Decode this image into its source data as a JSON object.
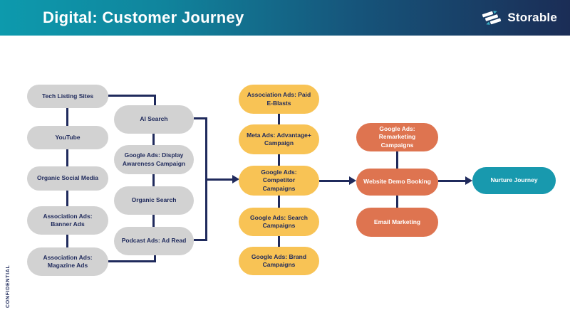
{
  "header": {
    "title": "Digital: Customer Journey",
    "brand_name": "Storable",
    "logo_icon": "storable-s-logo"
  },
  "footer_note": "CONFIDENTIAL",
  "colors": {
    "header_gradient_left": "#0D9AAD",
    "header_gradient_right": "#1B2D56",
    "node_gray": "#D2D2D2",
    "node_yellow": "#F8C355",
    "node_orange": "#DE7450",
    "node_teal": "#1899AE",
    "connector_navy": "#1F2A5C",
    "text_navy": "#1F2A5C",
    "text_white": "#FFFFFF",
    "logo_accent_teal": "#3AB0C4"
  },
  "diagram": {
    "awareness_col1": [
      "Tech Listing Sites",
      "YouTube",
      "Organic Social Media",
      "Association Ads: Banner Ads",
      "Association Ads: Magazine Ads"
    ],
    "awareness_col2": [
      "AI Search",
      "Google Ads: Display Awareness Campaign",
      "Organic Search",
      "Podcast Ads: Ad Read"
    ],
    "consideration": [
      "Association Ads: Paid E-Blasts",
      "Meta Ads: Advantage+ Campaign",
      "Google Ads: Competitor Campaigns",
      "Google Ads: Search Campaigns",
      "Google Ads: Brand Campaigns"
    ],
    "conversion": [
      "Google Ads: Remarketing Campaigns",
      "Website Demo Booking",
      "Email Marketing"
    ],
    "outcome": [
      "Nurture Journey"
    ]
  }
}
